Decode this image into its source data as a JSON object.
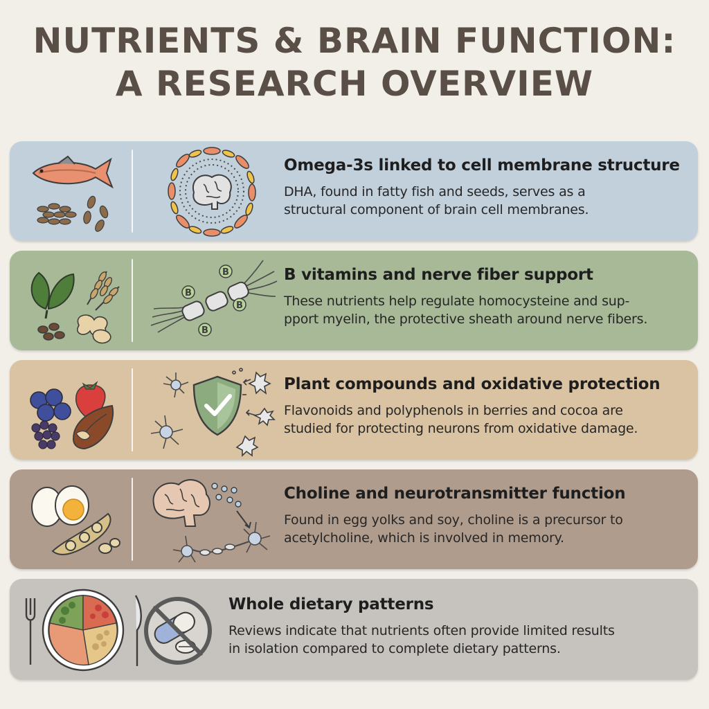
{
  "title": {
    "line1": "NUTRIENTS & BRAIN FUNCTION:",
    "line2": "A RESEARCH OVERVIEW"
  },
  "colors": {
    "omega": "#c2d0dc",
    "bvit": "#a7b997",
    "plant": "#d9c3a2",
    "choline": "#b09c8d",
    "whole": "#c6c2bd",
    "title": "#5a4f47"
  },
  "cards": [
    {
      "heading": "Omega-3s linked to cell membrane structure",
      "body": [
        "DHA, found in fatty fish and seeds, serves as a",
        "structural component of brain cell membranes."
      ],
      "icons": [
        "salmon-icon",
        "seeds-icon",
        "fish-ring-brain-icon"
      ]
    },
    {
      "heading": "B vitamins and nerve fiber support",
      "body": [
        "These nutrients help regulate homocysteine and sup-",
        "pport myelin, the protective sheath around nerve fibers."
      ],
      "icons": [
        "spinach-icon",
        "wheat-icon",
        "beans-icon",
        "myelin-fiber-icon"
      ],
      "badge_letter": "B"
    },
    {
      "heading": "Plant compounds and oxidative protection",
      "body": [
        "Flavonoids and polyphenols in berries and cocoa are",
        "studied for protecting neurons from oxidative damage."
      ],
      "icons": [
        "blueberries-icon",
        "strawberry-icon",
        "blackberry-icon",
        "cocoa-pod-icon",
        "shield-check-icon"
      ]
    },
    {
      "heading": "Choline and neurotransmitter function",
      "body": [
        "Found in egg yolks and soy, choline is a precursor to",
        "acetylcholine, which is involved in memory."
      ],
      "icons": [
        "egg-icon",
        "soybean-pod-icon",
        "brain-icon",
        "neuron-icon"
      ]
    },
    {
      "heading": "Whole dietary patterns",
      "body": [
        "Reviews indicate that nutrients often provide limited results",
        "in isolation compared to complete dietary patterns."
      ],
      "icons": [
        "fork-icon",
        "plate-icon",
        "knife-icon",
        "no-supplements-icon"
      ]
    }
  ]
}
